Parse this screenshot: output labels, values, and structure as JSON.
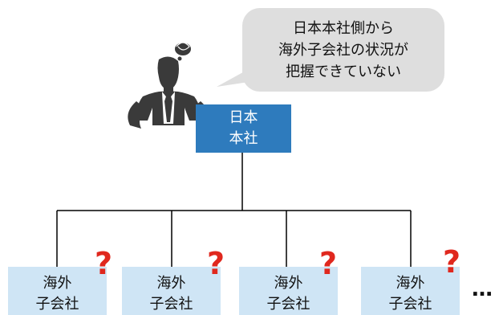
{
  "speech_bubble": {
    "lines": [
      "日本本社側から",
      "海外子会社の状況が",
      "把握できていない"
    ]
  },
  "headquarters": {
    "lines": [
      "日本",
      "本社"
    ],
    "color": "#2e7bbd"
  },
  "subsidiaries": [
    {
      "lines": [
        "海外",
        "子会社"
      ],
      "mark": "?"
    },
    {
      "lines": [
        "海外",
        "子会社"
      ],
      "mark": "?"
    },
    {
      "lines": [
        "海外",
        "子会社"
      ],
      "mark": "?"
    },
    {
      "lines": [
        "海外",
        "子会社"
      ],
      "mark": "?"
    }
  ],
  "more_indicator": "…",
  "colors": {
    "subsidiary_fill": "#cfe5f5",
    "bubble_fill": "#dedede",
    "question_mark": "#e0281e",
    "person": "#3a3a3a"
  },
  "icons": [
    "confused-businessman-icon",
    "scribble-thought-icon"
  ]
}
